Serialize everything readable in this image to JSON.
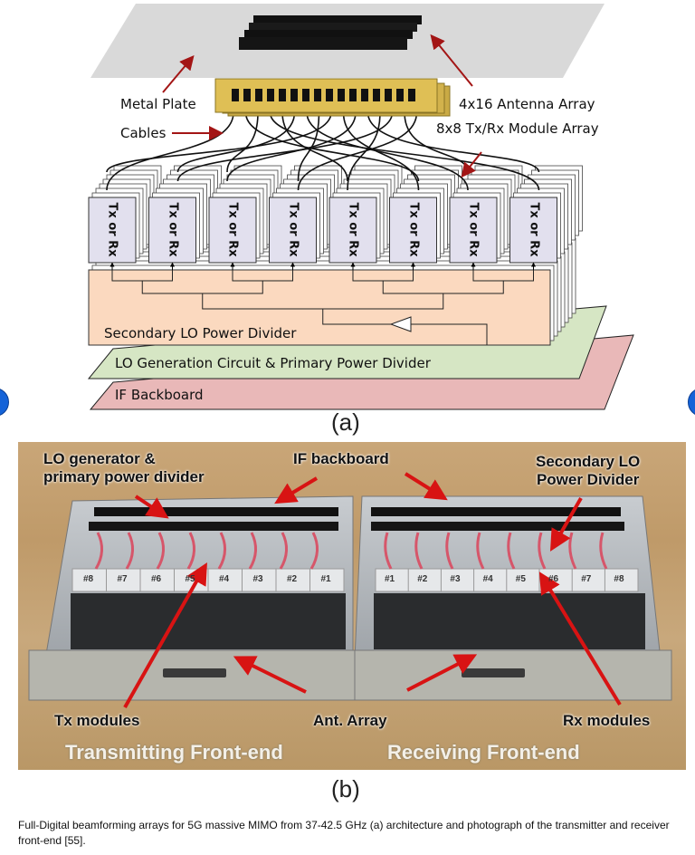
{
  "figure": {
    "panel_a": {
      "tag": "(a)",
      "labels": {
        "metal_plate": "Metal Plate",
        "cables": "Cables",
        "antenna_array": "4x16 Antenna Array",
        "module_array": "8x8 Tx/Rx Module Array",
        "secondary_lo": "Secondary LO Power Divider",
        "lo_generation": "LO Generation Circuit & Primary Power Divider",
        "if_backboard": "IF Backboard"
      },
      "module_label": "Tx or Rx",
      "module_count": 8,
      "colors": {
        "metal_plate": "#d9d9d9",
        "antenna_board": "#d9b94a",
        "module": "#e2e0ee",
        "secondary_lo": "#fbd9bf",
        "lo_generation": "#d6e6c4",
        "if_backboard": "#e9b8b8",
        "arrow": "#a31515"
      }
    },
    "panel_b": {
      "tag": "(b)",
      "labels": {
        "lo_generator": "LO generator &",
        "lo_generator_2": "primary power divider",
        "if_backboard": "IF backboard",
        "secondary_lo": "Secondary LO",
        "secondary_lo_2": "Power Divider",
        "tx_modules": "Tx modules",
        "ant_array": "Ant. Array",
        "rx_modules": "Rx modules",
        "transmitting": "Transmitting Front-end",
        "receiving": "Receiving Front-end"
      },
      "module_tags_tx": [
        "#8",
        "#7",
        "#6",
        "#5",
        "#4",
        "#3",
        "#2",
        "#1"
      ],
      "module_tags_rx": [
        "#1",
        "#2",
        "#3",
        "#4",
        "#5",
        "#6",
        "#7",
        "#8"
      ]
    },
    "caption": "Full-Digital beamforming arrays for 5G massive MIMO from 37-42.5 GHz (a) architecture and photograph of the transmitter and receiver front-end [55]."
  },
  "navigation": {
    "prev_icon": "chevron-left-icon",
    "next_icon": "chevron-right-icon"
  }
}
